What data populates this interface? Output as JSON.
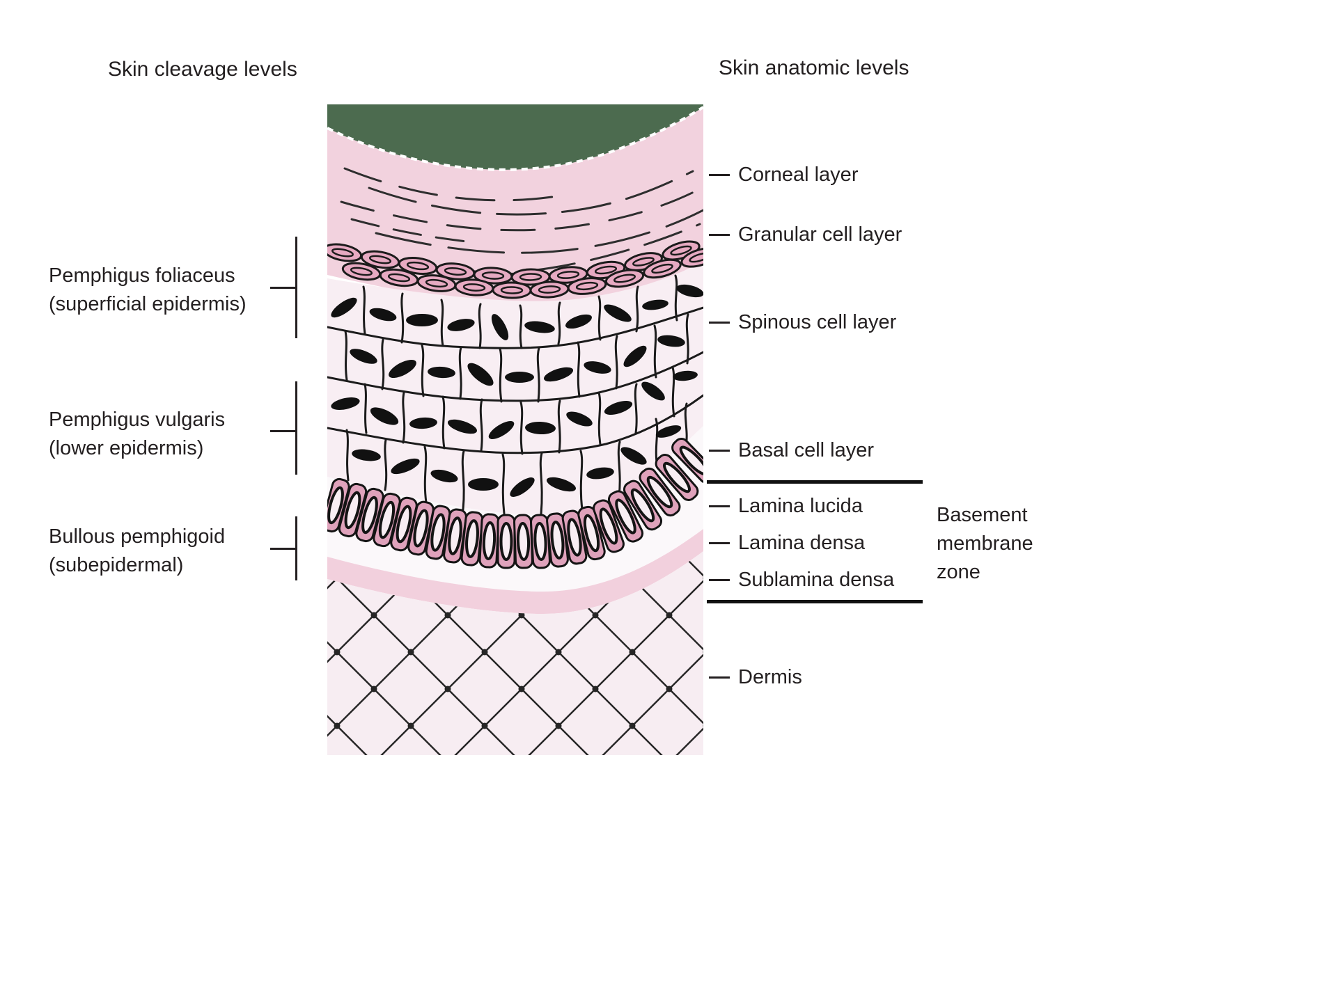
{
  "headers": {
    "left": "Skin cleavage levels",
    "right": "Skin anatomic levels"
  },
  "cleavage_labels": [
    {
      "name": "Pemphigus foliaceus",
      "qualifier": "(superficial epidermis)"
    },
    {
      "name": "Pemphigus vulgaris",
      "qualifier": "(lower epidermis)"
    },
    {
      "name": "Bullous pemphigoid",
      "qualifier": "(subepidermal)"
    }
  ],
  "anatomic_labels": [
    "Corneal layer",
    "Granular cell layer",
    "Spinous cell layer",
    "Basal cell layer",
    "Lamina lucida",
    "Lamina densa",
    "Sublamina densa",
    "Dermis"
  ],
  "bmz_label": [
    "Basement",
    "membrane",
    "zone"
  ],
  "colors": {
    "background": "#ffffff",
    "text": "#231f20",
    "green_top": "#4c6b4f",
    "corneal_pink": "#f2d2de",
    "granular_cell": "#e7aac2",
    "spinous_bg": "#f8eef3",
    "nucleus": "#111111",
    "basal_cell": "#dfa2bb",
    "lamina_lucida": "#fbf8fa",
    "lamina_densa": "#f2d0dd",
    "dermis_bg": "#f7edf2",
    "line": "#231f20"
  }
}
